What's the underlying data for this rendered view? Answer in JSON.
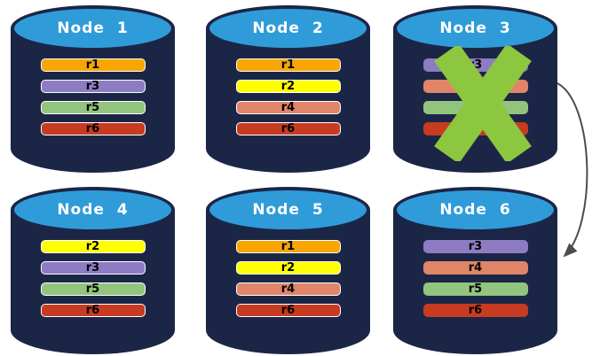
{
  "colors": {
    "background": "#FFFFFF",
    "cylinder_body": "#1B2647",
    "cylinder_top": "#2F9CD9",
    "bar_border": "#FFFFFF",
    "bar_text": "#000000",
    "node_title_text": "#FFFFFF",
    "failure_x": "#8DC63F",
    "arrow": "#4D4D4D"
  },
  "record_colors": {
    "r1": "#F9A602",
    "r2": "#FFFF00",
    "r3": "#8E7CC3",
    "r4": "#E08568",
    "r5": "#93C47D",
    "r6": "#C73B21"
  },
  "nodes": [
    {
      "label": "Node 1",
      "failed": false,
      "bars": [
        {
          "label": "r1",
          "color": "#F9A602"
        },
        {
          "label": "r3",
          "color": "#8E7CC3"
        },
        {
          "label": "r5",
          "color": "#93C47D"
        },
        {
          "label": "r6",
          "color": "#C73B21"
        }
      ]
    },
    {
      "label": "Node 2",
      "failed": false,
      "bars": [
        {
          "label": "r1",
          "color": "#F9A602"
        },
        {
          "label": "r2",
          "color": "#FFFF00"
        },
        {
          "label": "r4",
          "color": "#E08568"
        },
        {
          "label": "r6",
          "color": "#C73B21"
        }
      ]
    },
    {
      "label": "Node 3",
      "failed": true,
      "bars": [
        {
          "label": "r3",
          "color": "#8E7CC3"
        },
        {
          "label": "r4",
          "color": "#E08568"
        },
        {
          "label": "r5",
          "color": "#93C47D"
        },
        {
          "label": "r6",
          "color": "#C73B21"
        }
      ]
    },
    {
      "label": "Node 4",
      "failed": false,
      "bars": [
        {
          "label": "r2",
          "color": "#FFFF00"
        },
        {
          "label": "r3",
          "color": "#8E7CC3"
        },
        {
          "label": "r5",
          "color": "#93C47D"
        },
        {
          "label": "r6",
          "color": "#C73B21"
        }
      ]
    },
    {
      "label": "Node 5",
      "failed": false,
      "bars": [
        {
          "label": "r1",
          "color": "#F9A602"
        },
        {
          "label": "r2",
          "color": "#FFFF00"
        },
        {
          "label": "r4",
          "color": "#E08568"
        },
        {
          "label": "r6",
          "color": "#C73B21"
        }
      ]
    },
    {
      "label": "Node 6",
      "failed": false,
      "bars": [
        {
          "label": "r3",
          "color": "#8E7CC3"
        },
        {
          "label": "r4",
          "color": "#E08568"
        },
        {
          "label": "r5",
          "color": "#93C47D"
        },
        {
          "label": "r6",
          "color": "#C73B21"
        }
      ]
    }
  ],
  "arrow": {
    "from": "Node 3",
    "to": "Node 6"
  }
}
